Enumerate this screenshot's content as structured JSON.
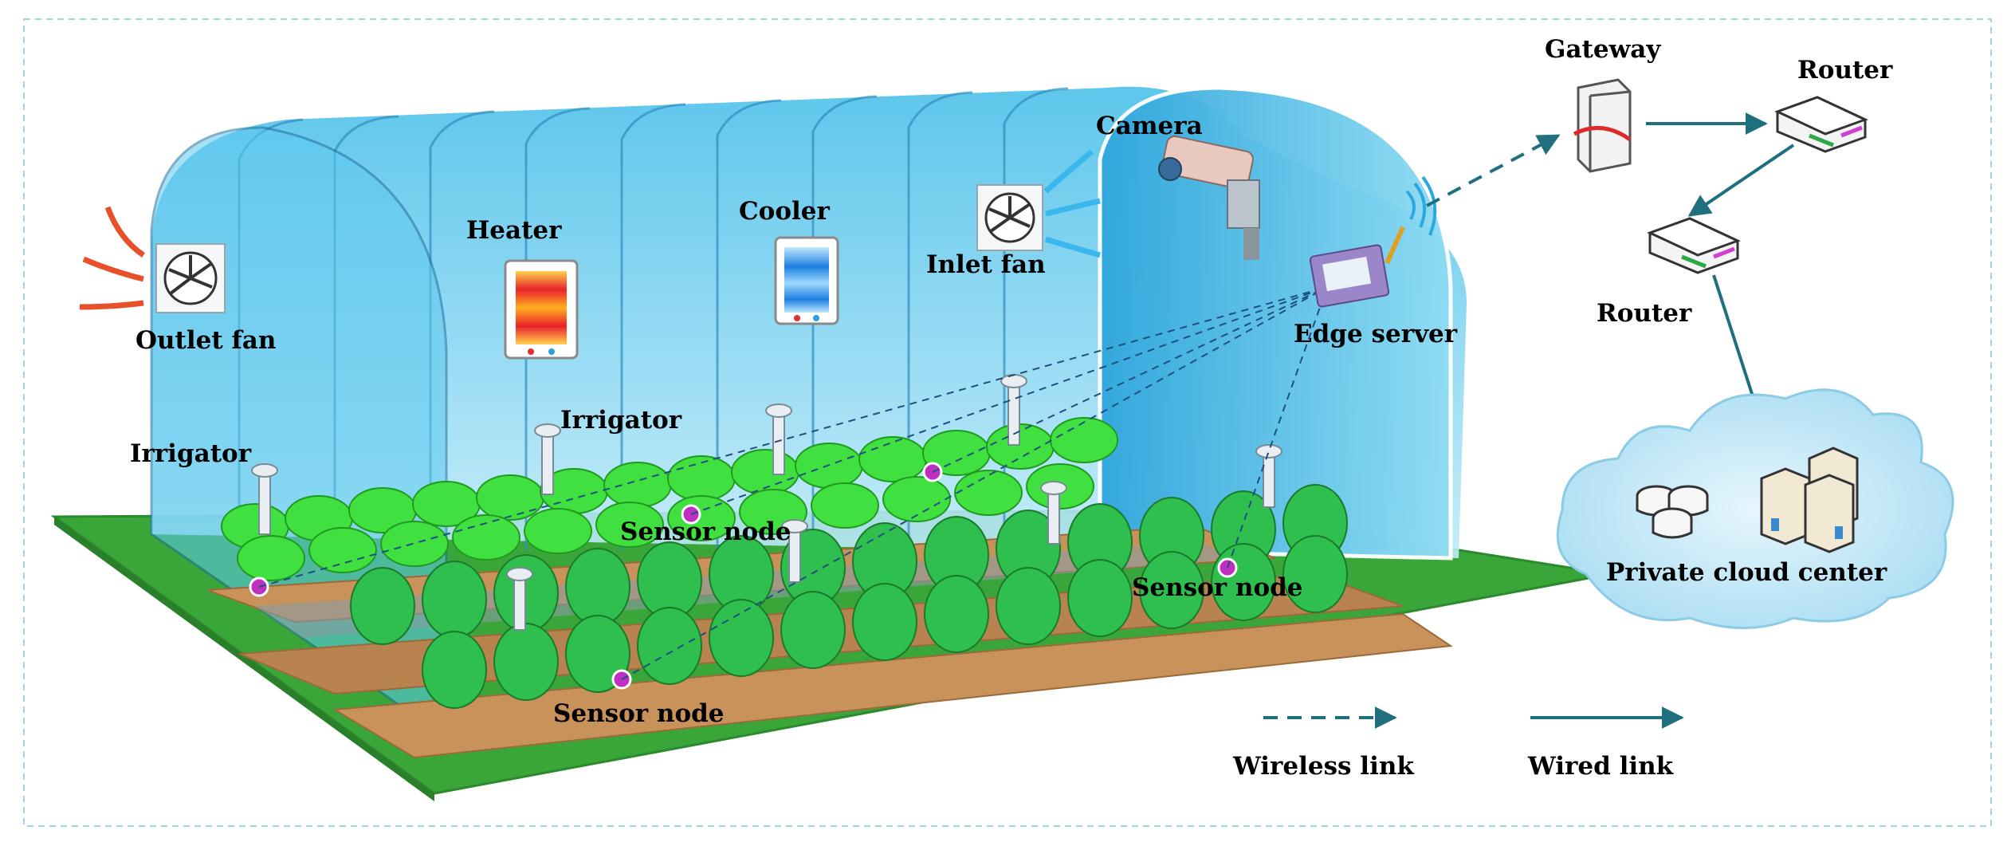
{
  "labels": {
    "outlet_fan": "Outlet fan",
    "heater": "Heater",
    "cooler": "Cooler",
    "inlet_fan": "Inlet fan",
    "camera": "Camera",
    "edge_server": "Edge server",
    "irrigator_left": "Irrigator",
    "irrigator_mid": "Irrigator",
    "sensor_node_1": "Sensor node",
    "sensor_node_2": "Sensor node",
    "sensor_node_3": "Sensor node",
    "gateway": "Gateway",
    "router_top": "Router",
    "router_mid": "Router",
    "private_cloud": "Private cloud center"
  },
  "legend": {
    "wireless": "Wireless link",
    "wired": "Wired link"
  },
  "colors": {
    "link": "#1f6f7f",
    "greenhouse": "#7fd3f0",
    "ground": "#3aa63a",
    "soil": "#c9925a",
    "sensor": "#c030c0",
    "cloud": "#bfe6f7",
    "arrow_out": "#e8502a"
  }
}
